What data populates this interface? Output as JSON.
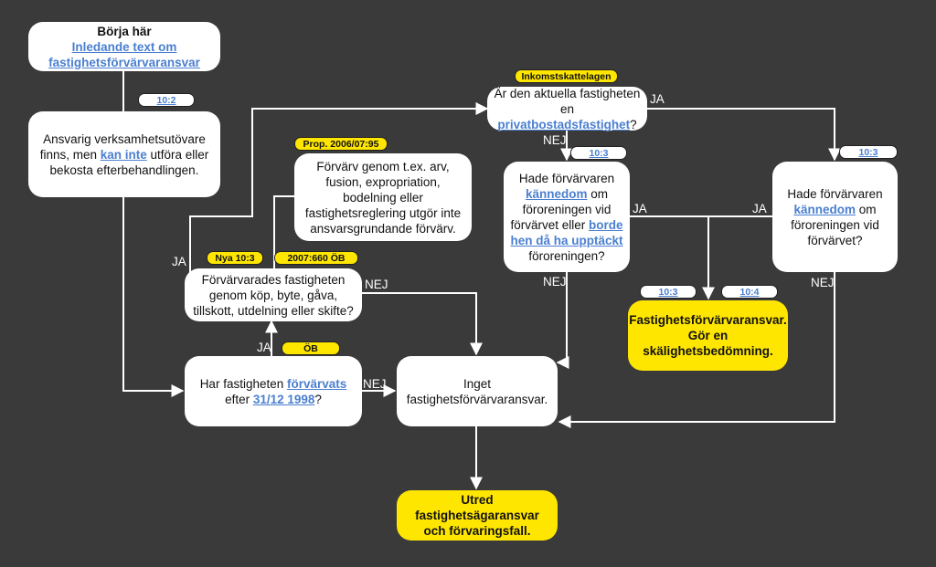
{
  "start": {
    "title": "Börja här",
    "link": "Inledande text om fastighetsförvärvaransvar"
  },
  "operator": {
    "text_before": "Ansvarig verksamhetsutövare finns, men ",
    "link": "kan inte",
    "text_after": " utföra eller bekosta efterbehandlingen.",
    "tag": "10:2"
  },
  "acquired": {
    "text_before": "Har fastigheten ",
    "link1": "förvärvats",
    "text_mid": " efter ",
    "link2": "31/12 1998",
    "text_after": "?",
    "tag": "ÖB"
  },
  "method": {
    "text": "Förvärvarades fastigheten genom köp, byte, gåva, tillskott, utdelning eller skifte?",
    "tag1": "Nya 10:3",
    "tag2": "2007:660 ÖB"
  },
  "prop_note": {
    "text": "Förvärv genom t.ex.  arv, fusion, expropriation, bodelning eller fastighetsreglering utgör inte ansvarsgrundande förvärv.",
    "tag": "Prop. 2006/07:95"
  },
  "private_home": {
    "text_before": "Är den aktuella fastigheten en ",
    "link": "privatbostadsfastighet",
    "text_after": "?",
    "tag": "Inkomstskattelagen"
  },
  "knowledge_mid": {
    "text_before": "Hade förvärvaren ",
    "link1": "kännedom",
    "text_mid": " om föroreningen vid förvärvet eller ",
    "link2": "borde hen då ha upptäckt",
    "text_after": " föroreningen?",
    "tag": "10:3"
  },
  "knowledge_right": {
    "text_before": "Hade förvärvaren ",
    "link": "kännedom",
    "text_after": " om föroreningen vid förvärvet?",
    "tag": "10:3"
  },
  "no_liability": {
    "text": "Inget fastighetsförvärvaransvar."
  },
  "liability": {
    "text": "Fastighetsförvärvaransvar. Gör en skälighetsbedömning.",
    "tag1": "10:3",
    "tag2": "10:4"
  },
  "investigate": {
    "text": "Utred fastighetsägaransvar och förvaringsfall."
  },
  "labels": {
    "ja": "JA",
    "nej": "NEJ"
  }
}
